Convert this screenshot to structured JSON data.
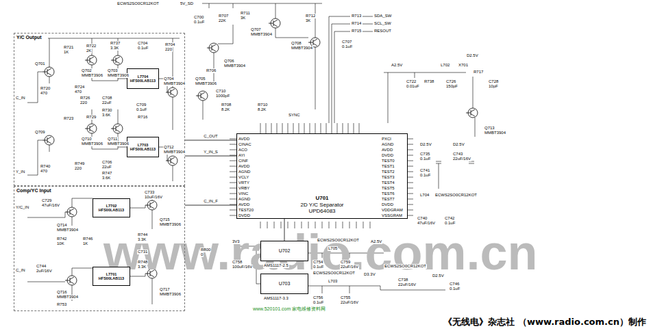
{
  "diagram": {
    "caption": "《无线电》杂志社 （www.radio.com.cn）制作",
    "nodes": [
      {
        "text": [
          "Y/C Output"
        ]
      },
      {
        "text": [
          "L7704",
          "HFS00LAB113"
        ],
        "in": 0
      },
      {
        "text": [
          "L7703",
          "HFS00LAB113"
        ],
        "in": 0
      },
      {
        "text": [
          "Comp/YC Input"
        ]
      },
      {
        "text": [
          "L7702",
          "HFS00LAB113"
        ],
        "in": 3
      },
      {
        "text": [
          "L7701",
          "HFS00LAB113"
        ],
        "in": 3
      },
      {
        "text": [
          "U701",
          "2D Y/C Separator",
          "UPD64083"
        ]
      },
      {
        "text": [
          "U702"
        ]
      },
      {
        "text": [
          "U703"
        ]
      }
    ],
    "edges": [
      {
        "from": 6,
        "to": 0,
        "label": "C_OUT",
        "arrow": "none"
      },
      {
        "from": 0,
        "to": 6,
        "label": "Y_IN_S",
        "arrow": "none"
      },
      {
        "from": 3,
        "to": 6,
        "label": "C_IN_F",
        "arrow": "none"
      },
      {
        "from": 7,
        "to": 6,
        "arrow": "none"
      }
    ],
    "labels": [
      "ECWS2SO0CR12KOT",
      "5V_SD",
      "C700",
      "0.1uF",
      "R707",
      "22K",
      "R711",
      "3K",
      "R712",
      "3K",
      "Q707",
      "MMBT3904",
      "Q708",
      "MMBT3904",
      "Q706",
      "MMBT3904",
      "Q705",
      "MMBT3906",
      "R706",
      "C710",
      "1000pF",
      "R708",
      "8.2K",
      "R710",
      "8.2K",
      "SYNC",
      "R721",
      "1K",
      "R722",
      "2K",
      "R737",
      "3.3K",
      "C704",
      "0.1uF",
      "R704",
      "220",
      "Q701",
      "Q702",
      "MMBT3906",
      "Q703",
      "MMBT3906",
      "Q704",
      "MMBT3904",
      "R720",
      "470",
      "R724",
      "470",
      "R726",
      "220",
      "C708",
      "22uF",
      "R730",
      "3.6K",
      "C709",
      "0.1uF",
      "C_IN",
      "R723",
      "R729",
      "R716",
      "Q709",
      "Q710",
      "MMBT3906",
      "Q711",
      "MMBT3906",
      "Q712",
      "MMBT3904",
      "R749",
      "220",
      "C706",
      "22uF",
      "R747",
      "3.6K",
      "Y_IN",
      "R740",
      "470",
      "AVDD",
      "CINAC",
      "ACO",
      "AYI",
      "CINF",
      "AVDD",
      "AGND",
      "VCLY",
      "VRTY",
      "VRBY",
      "VINC",
      "AGND",
      "AVDD",
      "TEST20",
      "DVDD",
      "PXCI",
      "AGND",
      "AVDD",
      "DVDD",
      "TEST0",
      "TEST1",
      "TEST2",
      "TEST3",
      "TEST4",
      "TEST5",
      "TEST6",
      "TEST7",
      "DVDD",
      "VDDGRAM",
      "VSSGRAM",
      "R713",
      "R714",
      "R715",
      "SDA_SW",
      "SCL_SW",
      "RESOUT",
      "C707",
      "0.1uF",
      "A2.5V",
      "C722",
      "0.01uF",
      "R738",
      "L702",
      "C726",
      "150pF",
      "X701",
      "R717",
      "D2.5V",
      "C728",
      "10pF",
      "Q713",
      "MMBT3904",
      "D2.5V",
      "C735",
      "0.1uF",
      "D2.5V",
      "C743",
      "22uF/16V",
      "C741",
      "0.1uF",
      "L704",
      "ECWS2SO0CR12KOT",
      "C740",
      "47uF/16V",
      "C742",
      "0.1uF",
      "3V3",
      "C758",
      "100uF/16V",
      "AMS1117-2.5",
      "ECWS2SO0CR12KOT",
      "L705",
      "C754",
      "0.1uF",
      "C759",
      "22uF/16V",
      "A2.5V",
      "AMS1117-3.3",
      "L703",
      "ECWS2SO0CR12KOT",
      "D3.3V",
      "C756",
      "0.1uF",
      "C755",
      "22uF/16V",
      "ECWS2SO0CR12KOT",
      "C738",
      "22uF/16V",
      "D2.5V",
      "C746",
      "0.1uF",
      "Y/C_IN",
      "C729",
      "47uF/16V",
      "Q714",
      "MMBT3904",
      "R742",
      "10K",
      "R746",
      "1K",
      "C733",
      "10uF/16V",
      "Q715",
      "MMBT3906",
      "R744",
      "3.3K",
      "R800",
      "0",
      "C_IN",
      "C744",
      "2uF/16V",
      "Q716",
      "MMBT3904",
      "R753",
      "C731",
      "R748",
      "3.3K",
      "Q717",
      "MMBT3906",
      "www.520101.com 家电维修资料网",
      "www.radio.com.cn"
    ]
  }
}
